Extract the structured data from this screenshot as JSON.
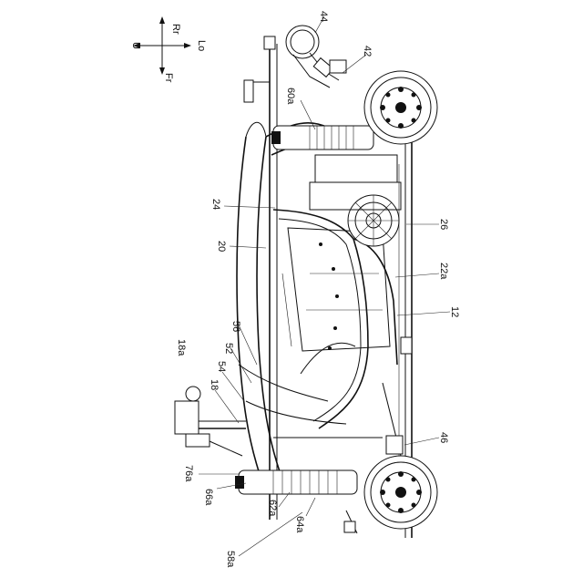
{
  "compass": {
    "up": "U",
    "rear": "Rr",
    "front": "Fr",
    "low": "Lo"
  },
  "labels": [
    {
      "id": "44",
      "text": "44"
    },
    {
      "id": "42",
      "text": "42"
    },
    {
      "id": "60a",
      "text": "60a"
    },
    {
      "id": "24",
      "text": "24"
    },
    {
      "id": "26",
      "text": "26"
    },
    {
      "id": "20",
      "text": "20"
    },
    {
      "id": "22a",
      "text": "22a"
    },
    {
      "id": "12",
      "text": "12"
    },
    {
      "id": "56",
      "text": "56"
    },
    {
      "id": "52",
      "text": "52"
    },
    {
      "id": "54",
      "text": "54"
    },
    {
      "id": "18a",
      "text": "18a"
    },
    {
      "id": "18",
      "text": "18"
    },
    {
      "id": "46",
      "text": "46"
    },
    {
      "id": "76a",
      "text": "76a"
    },
    {
      "id": "66a",
      "text": "66a"
    },
    {
      "id": "62a",
      "text": "62a"
    },
    {
      "id": "64a",
      "text": "64a"
    },
    {
      "id": "58a",
      "text": "58a"
    }
  ]
}
